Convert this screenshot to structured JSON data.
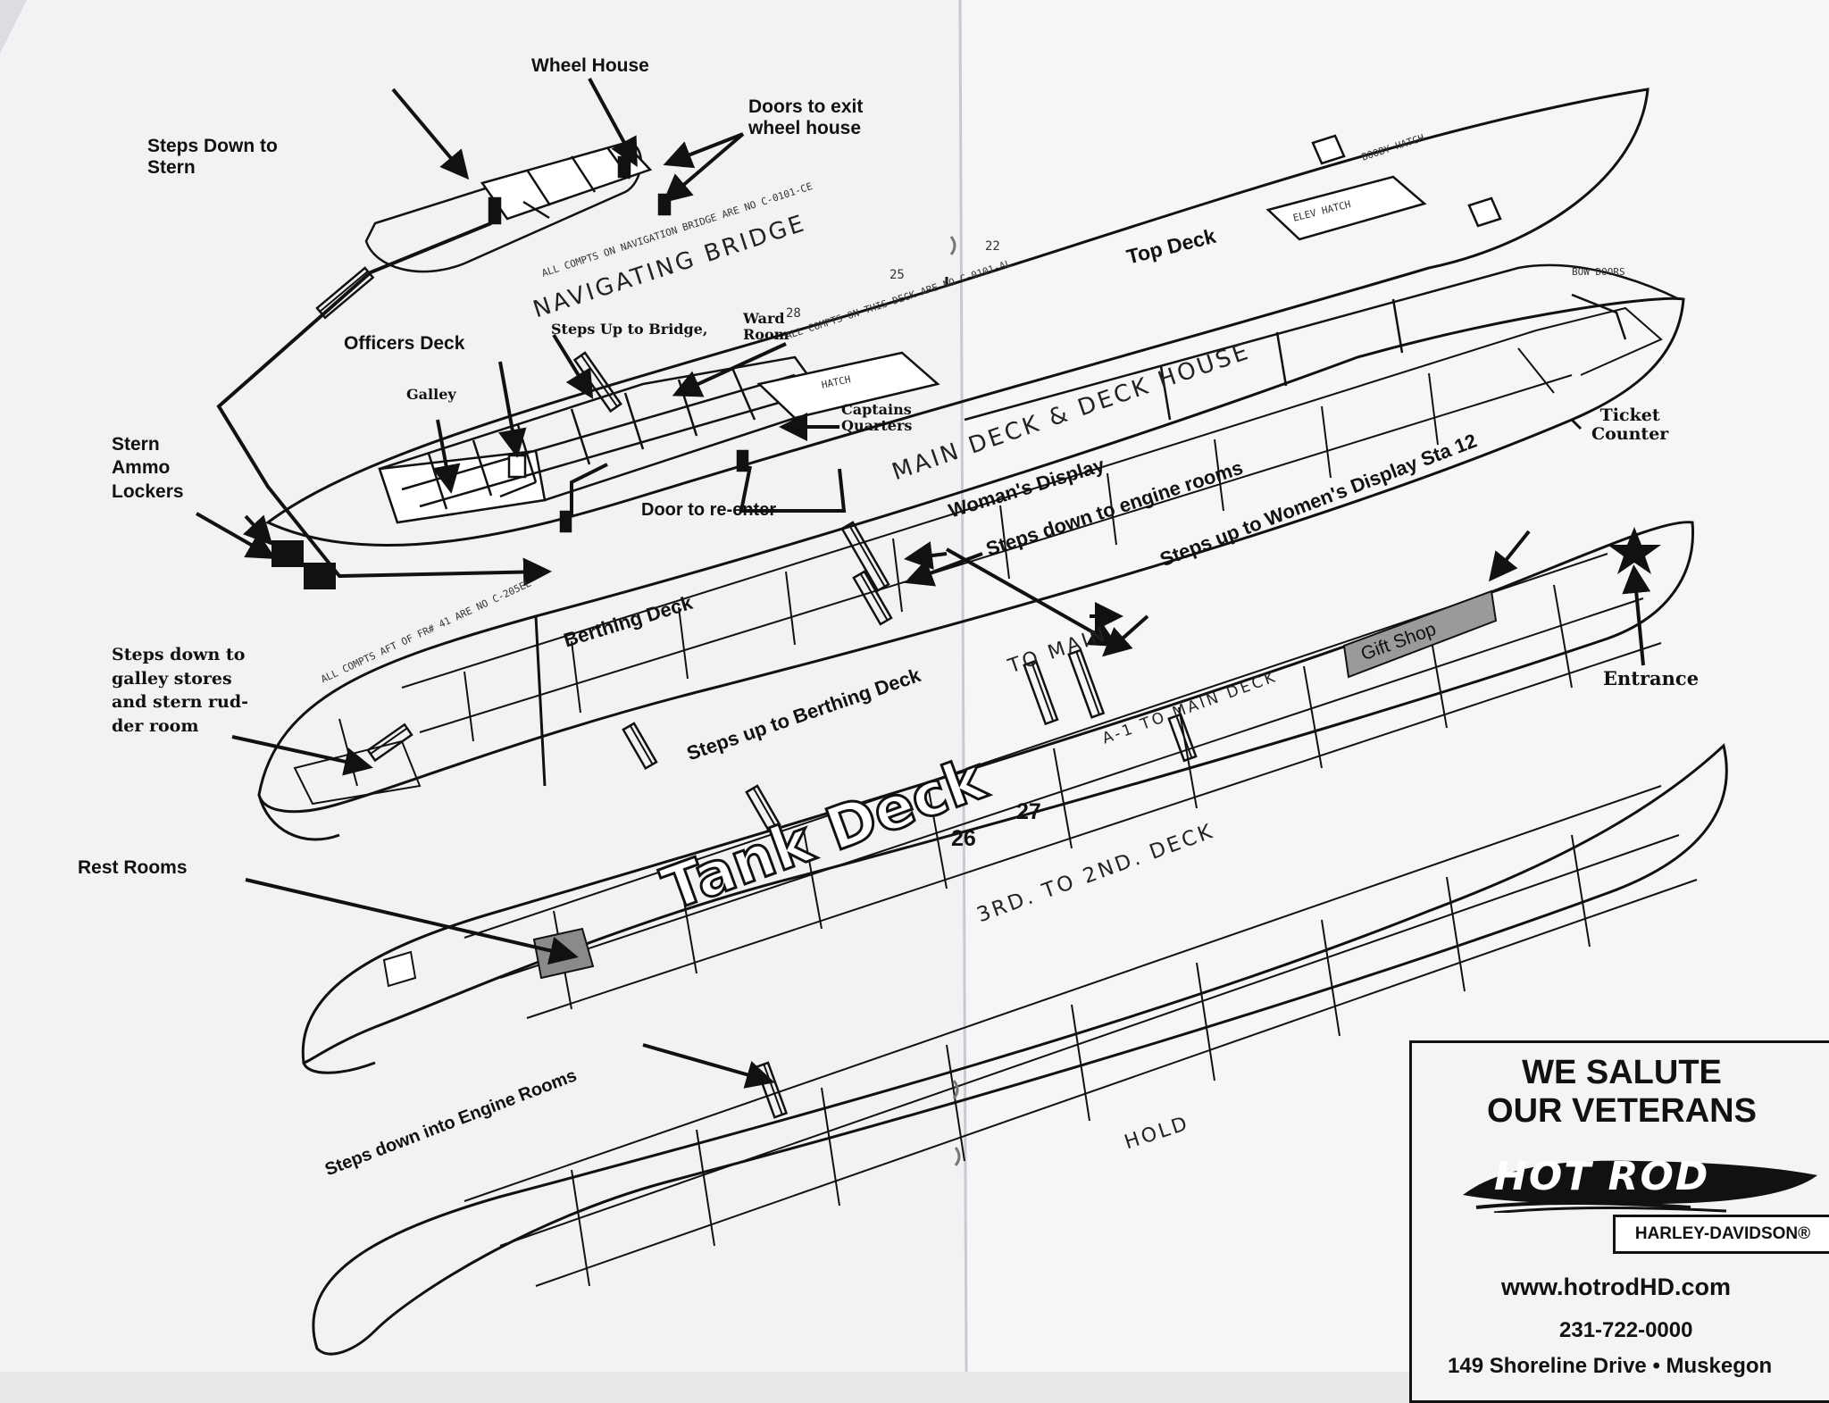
{
  "callouts": {
    "wheel_house": "Wheel House",
    "doors_exit_wheel_house": "Doors to exit\nwheel house",
    "steps_down_to_stern": "Steps Down to\nStern",
    "officers_deck": "Officers Deck",
    "galley": "Galley",
    "steps_up_to_bridge": "Steps Up to Bridge,",
    "ward_room": "Ward\nRoom",
    "captains_quarters": "Captains\nQuarters",
    "stern_ammo_lockers": "Stern\nAmmo\nLockers",
    "door_to_reenter": "Door to re-enter",
    "womans_display": "Woman's Display",
    "steps_down_engine_rooms": "Steps down to engine rooms",
    "ticket_counter": "Ticket\nCounter",
    "steps_up_womens_display": "Steps up to Women's Display Sta 12",
    "steps_down_galley_stores": "Steps down to\ngalley stores\nand stern rud-\nder room",
    "steps_up_berthing_deck": "Steps up to Berthing Deck",
    "gift_shop": "Gift Shop",
    "entrance": "Entrance",
    "rest_rooms": "Rest Rooms",
    "steps_down_into_engine_rooms": "Steps down into Engine Rooms"
  },
  "decks": {
    "top_deck": "Top Deck",
    "berthing_deck": "Berthing Deck",
    "tank_deck": "Tank Deck",
    "navigating_bridge": "NAVIGATING BRIDGE",
    "main_deck_house": "MAIN DECK & DECK HOUSE",
    "to_main": "TO MAIN",
    "a1_to_main_deck": "A-1 TO MAIN DECK",
    "third_to_second_deck": "3RD. TO 2ND. DECK",
    "hold": "HOLD"
  },
  "frame_numbers": {
    "tank_26": "26",
    "tank_27": "27",
    "main_25": "25",
    "top_22": "22",
    "top_28": "28"
  },
  "plan_notes": {
    "bridge_compts": "ALL COMPTS ON NAVIGATION BRIDGE ARE NO C-0101-CE",
    "main_compts": "ALL COMPTS ON THIS DECK ARE NO C-0101-AL",
    "berthing_compts": "ALL COMPTS AFT OF FR# 41 ARE NO C-205EL",
    "elev_hatch": "ELEV HATCH",
    "hatch": "HATCH",
    "booby_hatch": "BOOBY HATCH",
    "bow_doors": "BOW DOORS"
  },
  "ad": {
    "headline_1": "WE SALUTE",
    "headline_2": "OUR VETERANS",
    "logo_text": "HOT ROD",
    "brand": "HARLEY-DAVIDSON®",
    "url": "www.hotrodHD.com",
    "phone": "231-722-0000",
    "address": "149 Shoreline Drive • Muskegon"
  },
  "colors": {
    "paper": "#f4f4f6",
    "ink": "#111111",
    "gift_shop_fill": "#9a9a9a",
    "rest_room_fill": "#8a8a8a"
  }
}
